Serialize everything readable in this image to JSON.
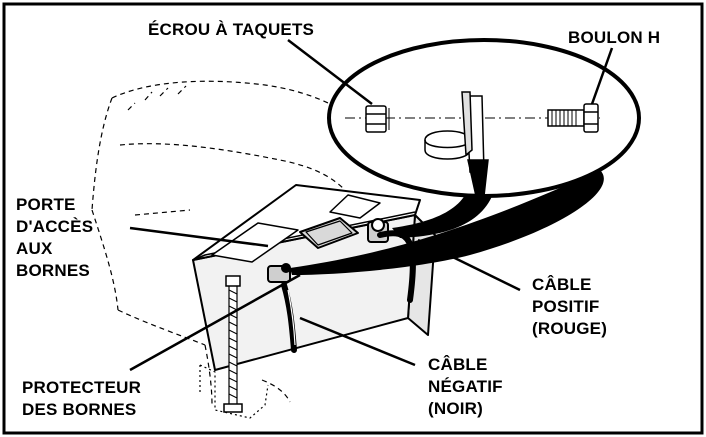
{
  "labels": {
    "lug_nut": "ÉCROU À TAQUETS",
    "h_bolt": "BOULON H",
    "access_door": [
      "PORTE",
      "D'ACCÈS",
      "AUX",
      "BORNES"
    ],
    "positive_cable": [
      "CÂBLE",
      "POSITIF",
      "(ROUGE)"
    ],
    "negative_cable": [
      "CÂBLE",
      "NÉGATIF",
      "(NOIR)"
    ],
    "terminal_protector": [
      "PROTECTEUR",
      "DES BORNES"
    ]
  }
}
